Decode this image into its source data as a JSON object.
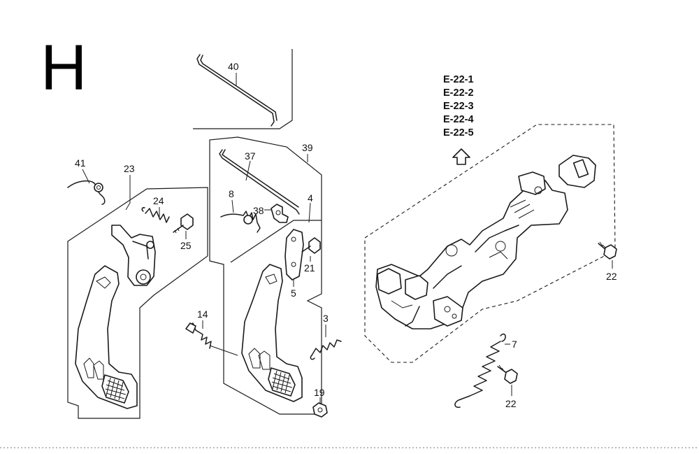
{
  "section_letter": "H",
  "reference_codes": [
    "E-22-1",
    "E-22-2",
    "E-22-3",
    "E-22-4",
    "E-22-5"
  ],
  "callouts": [
    {
      "id": "c40",
      "label": "40"
    },
    {
      "id": "c41",
      "label": "41"
    },
    {
      "id": "c23",
      "label": "23"
    },
    {
      "id": "c24",
      "label": "24"
    },
    {
      "id": "c25",
      "label": "25"
    },
    {
      "id": "c37",
      "label": "37"
    },
    {
      "id": "c39",
      "label": "39"
    },
    {
      "id": "c8",
      "label": "8"
    },
    {
      "id": "c38",
      "label": "38"
    },
    {
      "id": "c4",
      "label": "4"
    },
    {
      "id": "c21",
      "label": "21"
    },
    {
      "id": "c5",
      "label": "5"
    },
    {
      "id": "c14",
      "label": "14"
    },
    {
      "id": "c3",
      "label": "3"
    },
    {
      "id": "c19",
      "label": "19"
    },
    {
      "id": "c7",
      "label": "7"
    },
    {
      "id": "c22a",
      "label": "22"
    },
    {
      "id": "c22b",
      "label": "22"
    }
  ]
}
